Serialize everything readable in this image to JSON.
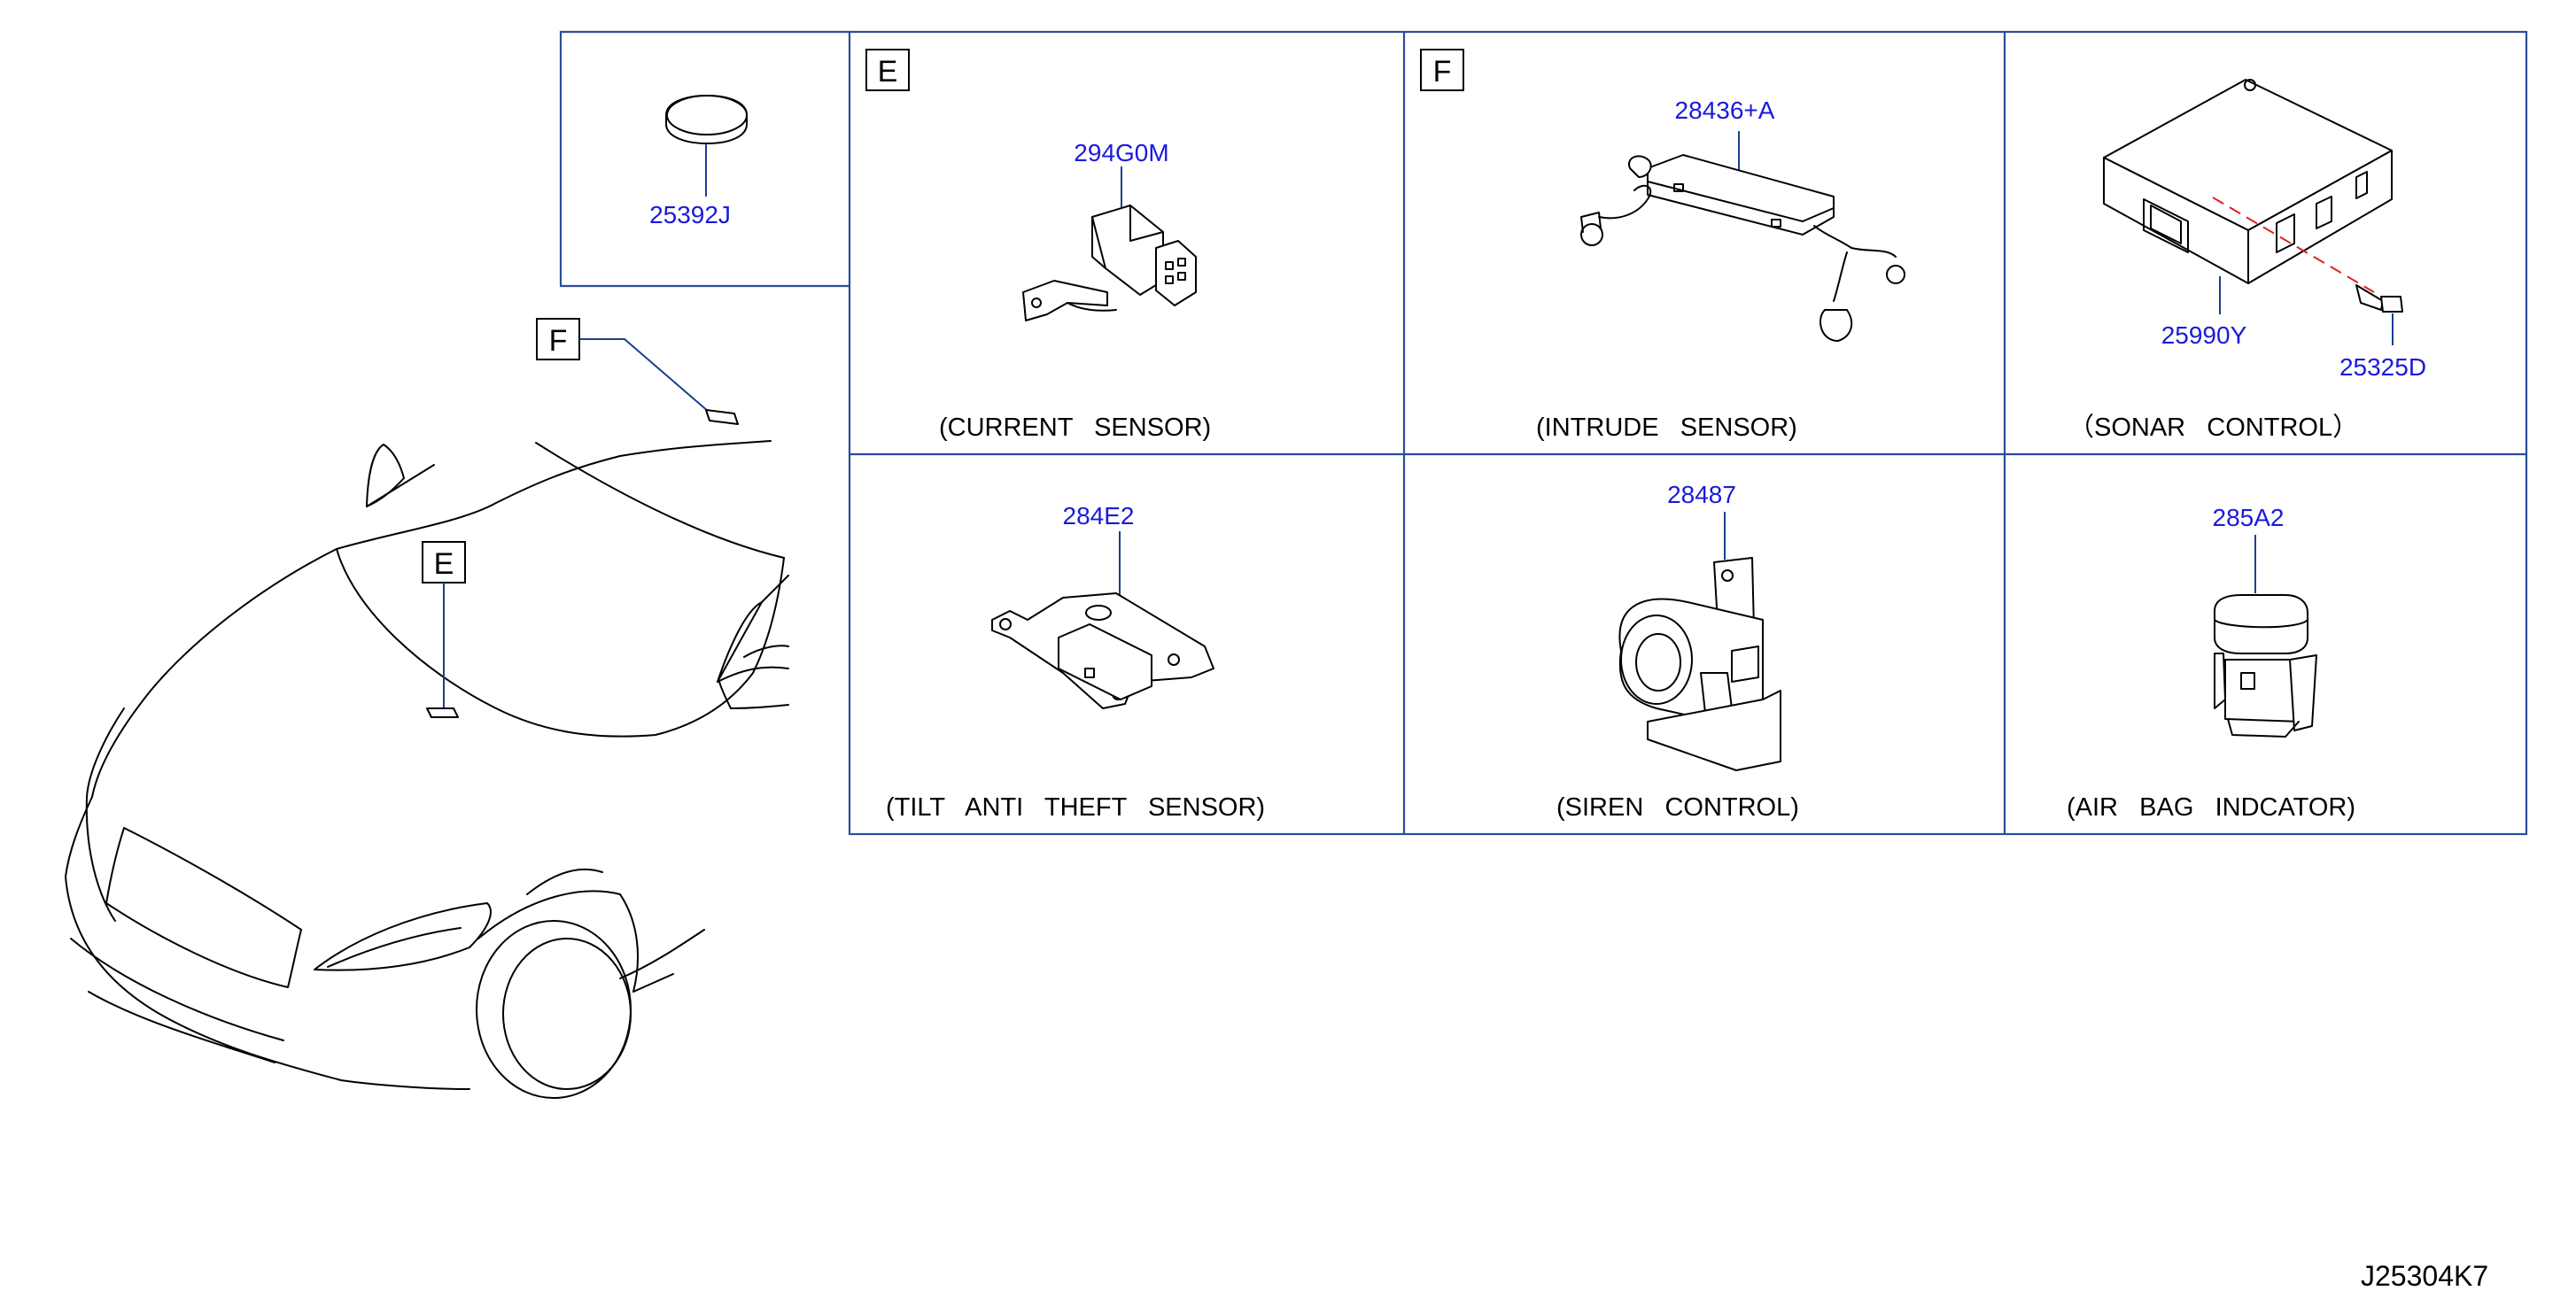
{
  "ref_letters": {
    "e": "E",
    "f": "F"
  },
  "parts": {
    "cap": {
      "part_no": "25392J"
    },
    "current_sensor": {
      "part_no": "294G0M",
      "caption": "(CURRENT   SENSOR)"
    },
    "intrude_sensor": {
      "part_no": "28436+A",
      "caption": "(INTRUDE   SENSOR)"
    },
    "sonar_control": {
      "part_no": "25990Y",
      "bolt_part_no": "25325D",
      "caption": "（SONAR   CONTROL）"
    },
    "tilt_sensor": {
      "part_no": "284E2",
      "caption": "(TILT   ANTI   THEFT   SENSOR)"
    },
    "siren_control": {
      "part_no": "28487",
      "caption": "(SIREN   CONTROL)"
    },
    "airbag_indicator": {
      "part_no": "285A2",
      "caption": "(AIR   BAG   INDCATOR)"
    }
  },
  "drawing_number": "J25304K7",
  "colors": {
    "part_number": "#1a1adc",
    "frame_lines": "#2a4d9b",
    "drawing": "#000000"
  }
}
